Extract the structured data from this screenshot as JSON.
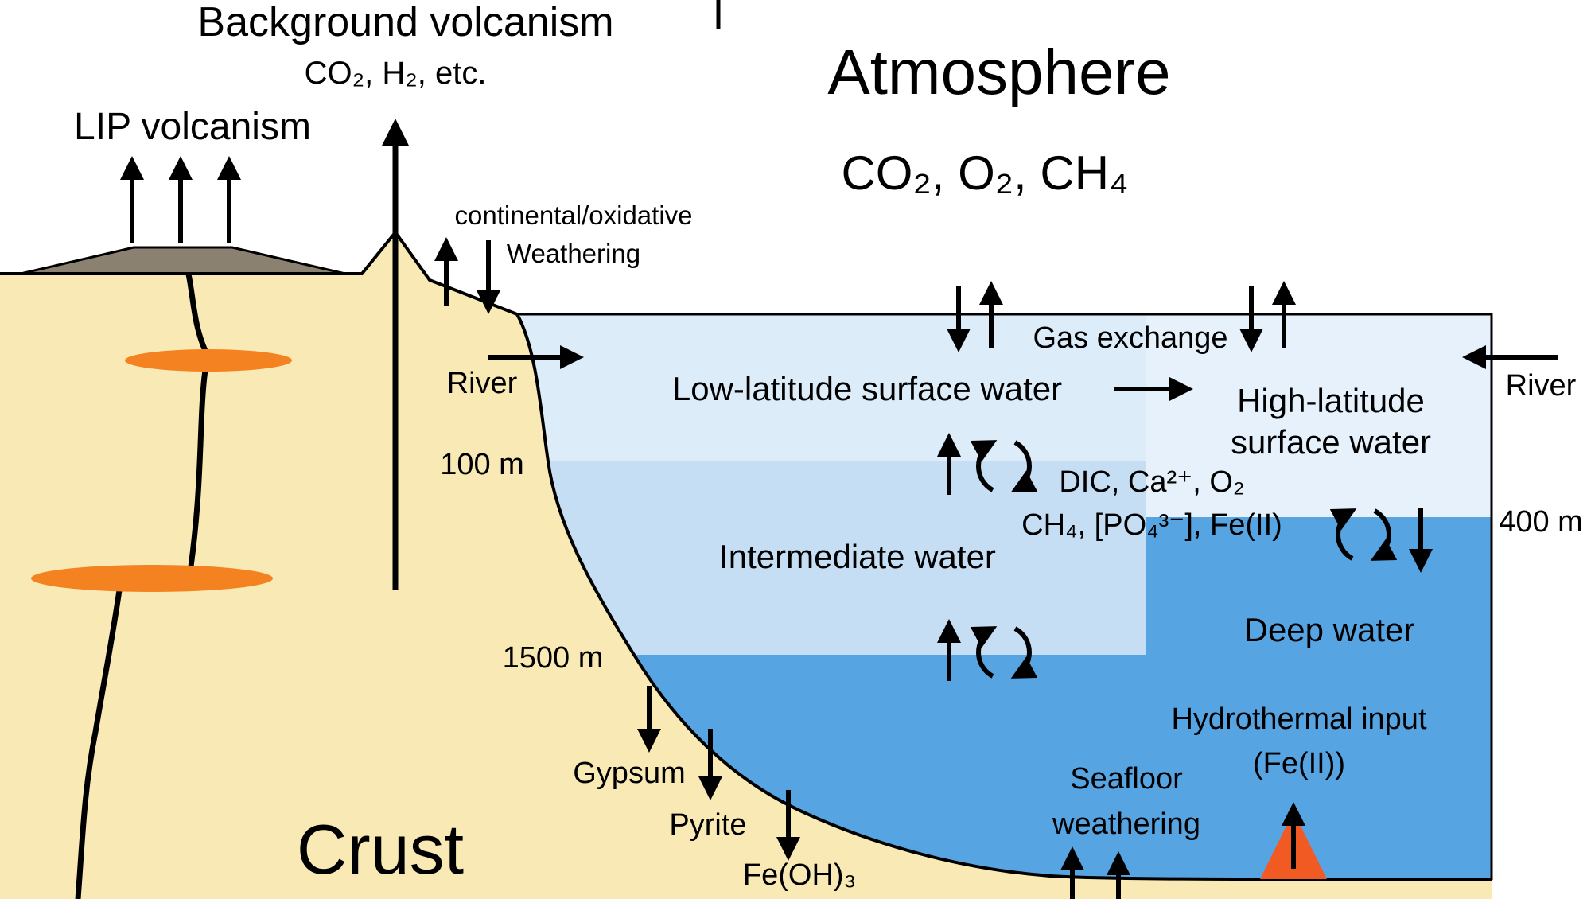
{
  "figure": {
    "atmosphere": {
      "title": "Atmosphere",
      "gases": "CO₂, O₂, CH₄"
    },
    "volcanism": {
      "background_label": "Background volcanism",
      "background_gases": "CO₂, H₂, etc.",
      "lip_label": "LIP volcanism"
    },
    "weathering": {
      "line1": "continental/oxidative",
      "line2": "Weathering"
    },
    "rivers": {
      "left": "River",
      "right": "River"
    },
    "ocean": {
      "gas_exchange": "Gas exchange",
      "low_latitude": "Low-latitude surface water",
      "high_latitude_line1": "High-latitude",
      "high_latitude_line2": "surface water",
      "intermediate": "Intermediate water",
      "deep": "Deep water",
      "chemistry_line1": "DIC, Ca²⁺, O₂",
      "chemistry_line2": "CH₄, [PO₄³⁻], Fe(II)",
      "depth_100": "100 m",
      "depth_400": "400 m",
      "depth_1500": "1500 m"
    },
    "seafloor": {
      "hydrothermal_line1": "Hydrothermal input",
      "hydrothermal_line2": "(Fe(II))",
      "weathering_line1": "Seafloor",
      "weathering_line2": "weathering",
      "gypsum": "Gypsum",
      "pyrite": "Pyrite",
      "fe_oh3": "Fe(OH)₃"
    },
    "crust_label": "Crust",
    "colors": {
      "crust": "#f9e9b5",
      "magma": "#f58220",
      "vent": "#f15a22",
      "volcano": "#8b8170",
      "surface_low": "#dcecf9",
      "surface_high": "#e6f1fb",
      "intermediate_water": "#c5def4",
      "deep_water": "#57a4e3",
      "outline": "#000000"
    }
  }
}
